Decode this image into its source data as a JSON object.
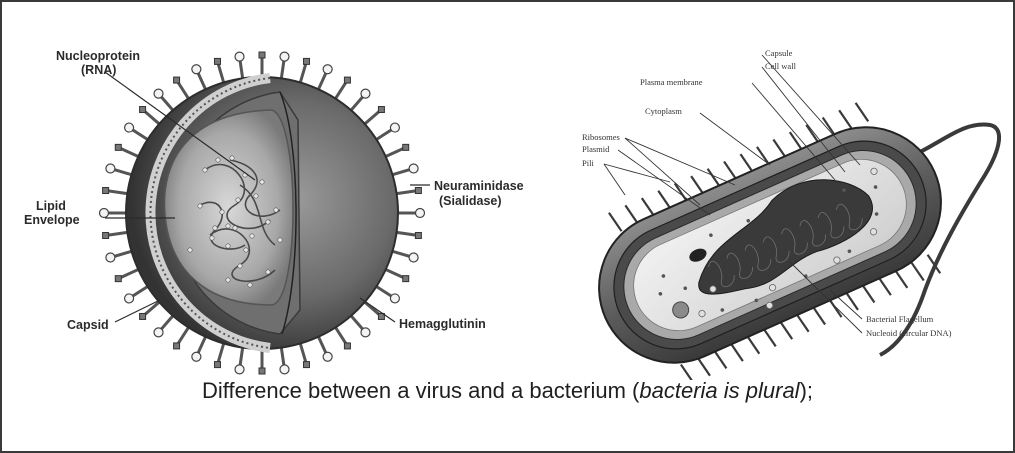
{
  "virus": {
    "labels": {
      "nucleoprotein": "Nucleoprotein",
      "rna": "(RNA)",
      "lipid": "Lipid",
      "envelope": "Envelope",
      "capsid": "Capsid",
      "neuraminidase": "Neuraminidase",
      "sialidase": "(Sialidase)",
      "hemagglutinin": "Hemagglutinin"
    }
  },
  "bacterium": {
    "labels": {
      "capsule": "Capsule",
      "cell_wall": "Cell wall",
      "plasma_membrane": "Plasma membrane",
      "cytoplasm": "Cytoplasm",
      "ribosomes": "Ribosomes",
      "plasmid": "Plasmid",
      "pili": "Pili",
      "flagellum": "Bacterial Flagellum",
      "nucleoid": "Nucleoid (circular DNA)"
    }
  },
  "caption": {
    "lead": "Difference between a virus and a bacterium (",
    "italic": "bacteria is plural",
    "tail": ");"
  }
}
